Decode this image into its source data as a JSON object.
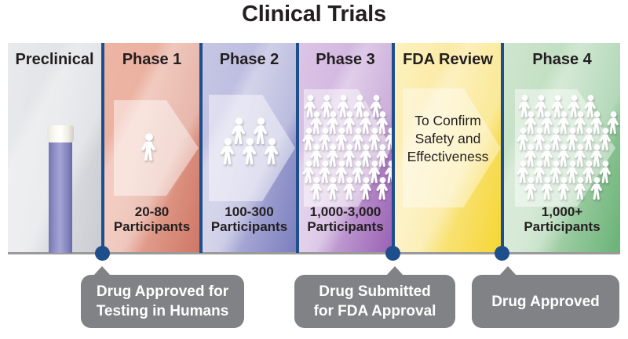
{
  "title": "Clinical Trials",
  "colors": {
    "divider": "#1f4e8c",
    "node_dot": "#1f4e8c",
    "callout_bg": "#808285",
    "callout_text": "#ffffff",
    "text": "#231f20",
    "baseline": "#9a9a9a",
    "preclinical": "#e2e3e6",
    "phase1": "#e0a091",
    "phase2": "#9b9ed0",
    "phase3": "#b98ecb",
    "fda_review": "#f8e37a",
    "phase4": "#9ccfa3"
  },
  "columns": [
    {
      "id": "preclinical",
      "header": "Preclinical",
      "footer": "",
      "center_text": "",
      "icon": "test-tube-icon",
      "people_count": 0
    },
    {
      "id": "phase1",
      "header": "Phase 1",
      "footer": "20-80\nParticipants",
      "footer_line1": "20-80",
      "footer_line2": "Participants",
      "center_text": "",
      "icon": "person-icon",
      "people_count": 1
    },
    {
      "id": "phase2",
      "header": "Phase 2",
      "footer_line1": "100-300",
      "footer_line2": "Participants",
      "center_text": "",
      "icon": "people-group-icon",
      "people_count": 5
    },
    {
      "id": "phase3",
      "header": "Phase 3",
      "footer_line1": "1,000-3,000",
      "footer_line2": "Participants",
      "center_text": "",
      "icon": "crowd-icon",
      "people_count": 26
    },
    {
      "id": "fda_review",
      "header": "FDA Review",
      "footer_line1": "",
      "footer_line2": "",
      "center_line1": "To Confirm",
      "center_line2": "Safety and",
      "center_line3": "Effectiveness",
      "icon": "",
      "people_count": 0
    },
    {
      "id": "phase4",
      "header": "Phase 4",
      "footer_line1": "1,000+",
      "footer_line2": "Participants",
      "center_text": "",
      "icon": "crowd-icon",
      "people_count": 26
    }
  ],
  "callouts": [
    {
      "id": "callout-1",
      "line1": "Drug Approved for",
      "line2": "Testing in Humans"
    },
    {
      "id": "callout-2",
      "line1": "Drug Submitted",
      "line2": "for FDA Approval"
    },
    {
      "id": "callout-3",
      "line1": "Drug Approved",
      "line2": ""
    }
  ],
  "chart_data": {
    "type": "diagram",
    "title": "Clinical Trials",
    "stages": [
      "Preclinical",
      "Phase 1",
      "Phase 2",
      "Phase 3",
      "FDA Review",
      "Phase 4"
    ],
    "participants": [
      "",
      "20-80 Participants",
      "100-300 Participants",
      "1,000-3,000 Participants",
      "To Confirm Safety and Effectiveness",
      "1,000+ Participants"
    ],
    "milestones": [
      "Drug Approved for Testing in Humans",
      "Drug Submitted for FDA Approval",
      "Drug Approved"
    ]
  }
}
